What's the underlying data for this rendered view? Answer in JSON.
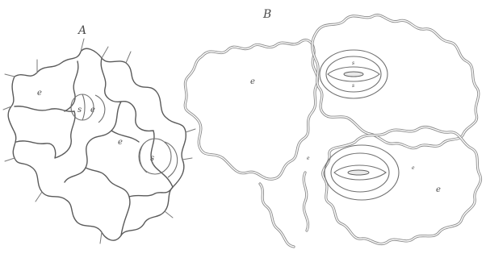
{
  "figure": {
    "panel_a": {
      "title": "A",
      "labels": [
        "e",
        "s",
        "e",
        "s",
        "e"
      ]
    },
    "panel_b": {
      "title": "B",
      "labels": [
        "e",
        "e",
        "s",
        "s",
        "e",
        "e"
      ]
    }
  }
}
